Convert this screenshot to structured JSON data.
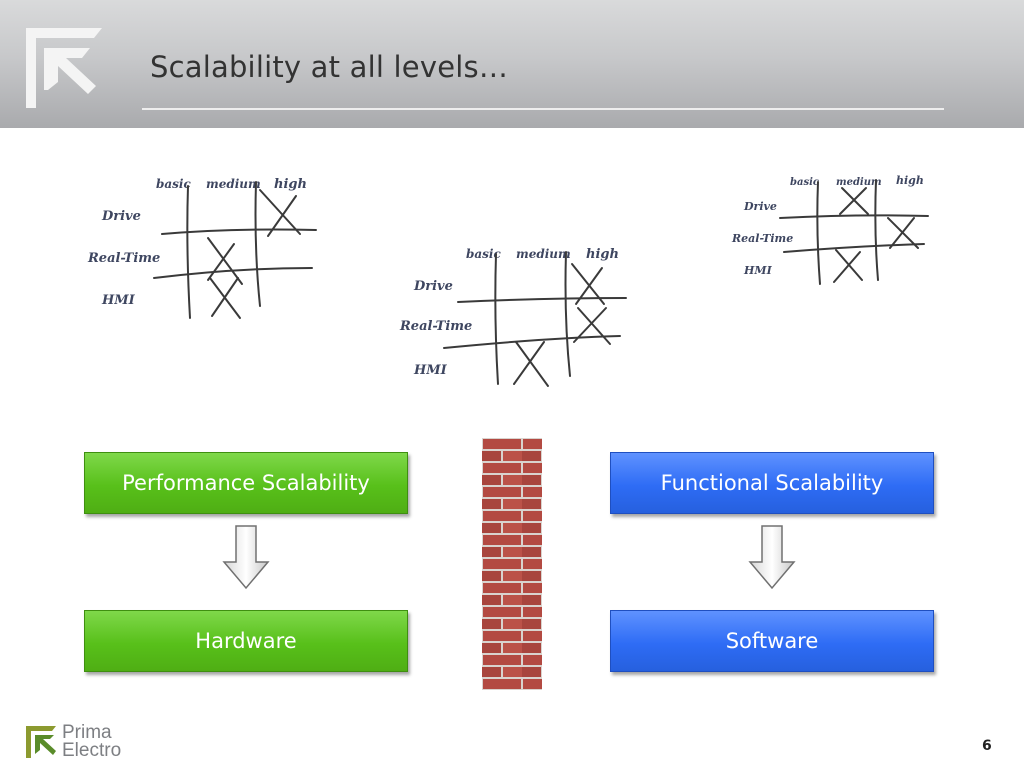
{
  "slide": {
    "title": "Scalability at all levels…",
    "page_number": "6"
  },
  "matrix_labels": {
    "columns": [
      "basic",
      "medium",
      "high"
    ],
    "rows": [
      "Drive",
      "Real-Time",
      "HMI"
    ]
  },
  "matrices": [
    {
      "marks": [
        {
          "row": "Drive",
          "col": "high"
        },
        {
          "row": "Real-Time",
          "col": "medium"
        },
        {
          "row": "HMI",
          "col": "medium"
        }
      ]
    },
    {
      "marks": [
        {
          "row": "Drive",
          "col": "high"
        },
        {
          "row": "Real-Time",
          "col": "high"
        },
        {
          "row": "HMI",
          "col": "medium"
        }
      ]
    },
    {
      "marks": [
        {
          "row": "Drive",
          "col": "medium"
        },
        {
          "row": "Real-Time",
          "col": "high"
        },
        {
          "row": "HMI",
          "col": "medium"
        }
      ]
    }
  ],
  "boxes": {
    "performance": "Performance Scalability",
    "hardware": "Hardware",
    "functional": "Functional Scalability",
    "software": "Software"
  },
  "brand": {
    "line1": "Prima",
    "line2": "Electro"
  },
  "colors": {
    "green": "#58c01a",
    "blue": "#2e6cf5",
    "brick": "#b34a42"
  }
}
